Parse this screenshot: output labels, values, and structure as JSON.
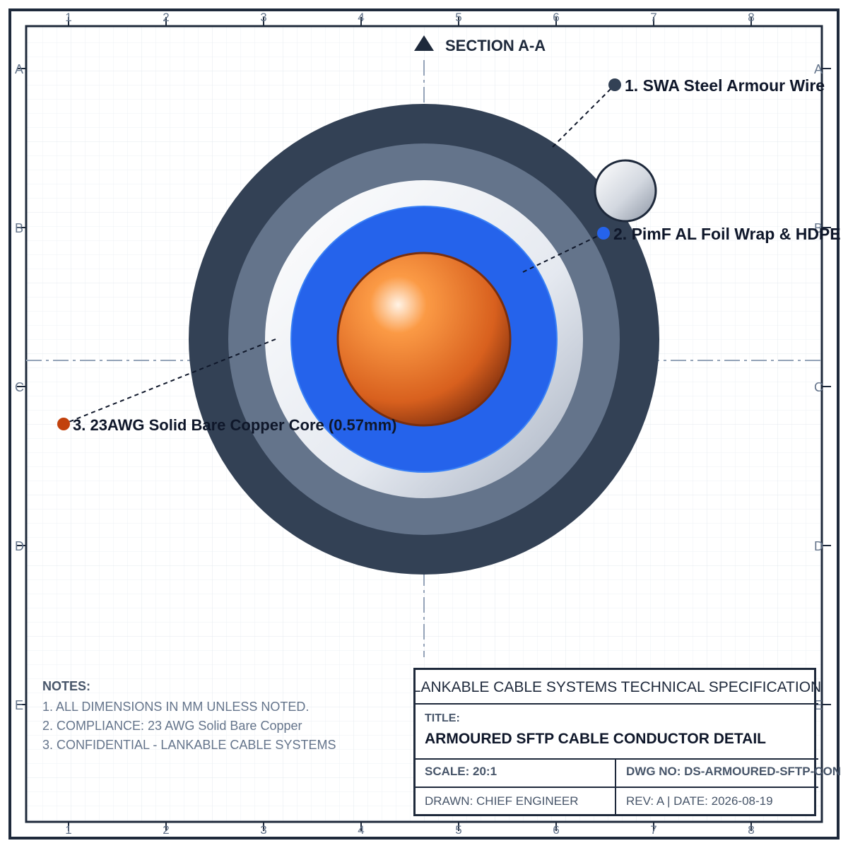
{
  "section": {
    "label": "SECTION A-A"
  },
  "grid": {
    "columns": [
      "1",
      "2",
      "3",
      "4",
      "5",
      "6",
      "7",
      "8"
    ],
    "rows": [
      "A",
      "B",
      "C",
      "D",
      "E"
    ]
  },
  "callouts": [
    {
      "text": "1. SWA Steel Armour Wire",
      "color": "#334155"
    },
    {
      "text": "2. PimF AL Foil Wrap & HDPE",
      "color": "#2563eb"
    },
    {
      "text": "3. 23AWG Solid Bare Copper Core (0.57mm)",
      "color": "#c2410c"
    }
  ],
  "notes": {
    "title": "NOTES:",
    "items": [
      "1. ALL DIMENSIONS IN MM UNLESS NOTED.",
      "2. COMPLIANCE: 23 AWG Solid Bare Copper",
      "3. CONFIDENTIAL - LANKABLE CABLE SYSTEMS"
    ]
  },
  "title_block": {
    "company": "LANKABLE CABLE SYSTEMS TECHNICAL SPECIFICATION",
    "title_label": "TITLE:",
    "title": "ARMOURED SFTP CABLE CONDUCTOR DETAIL",
    "scale": "SCALE: 20:1",
    "dwg_no": "DWG NO: DS-ARMOURED-SFTP-CON",
    "drawn": "DRAWN: CHIEF ENGINEER",
    "rev_date": "REV: A | DATE: 2026-08-19"
  },
  "colors": {
    "frame": "#1e293b",
    "armour_outer": "#334155",
    "armour_mid": "#64748b",
    "foil": "#e2e8f0",
    "insulation": "#2563eb",
    "copper": "#ea7a28"
  }
}
